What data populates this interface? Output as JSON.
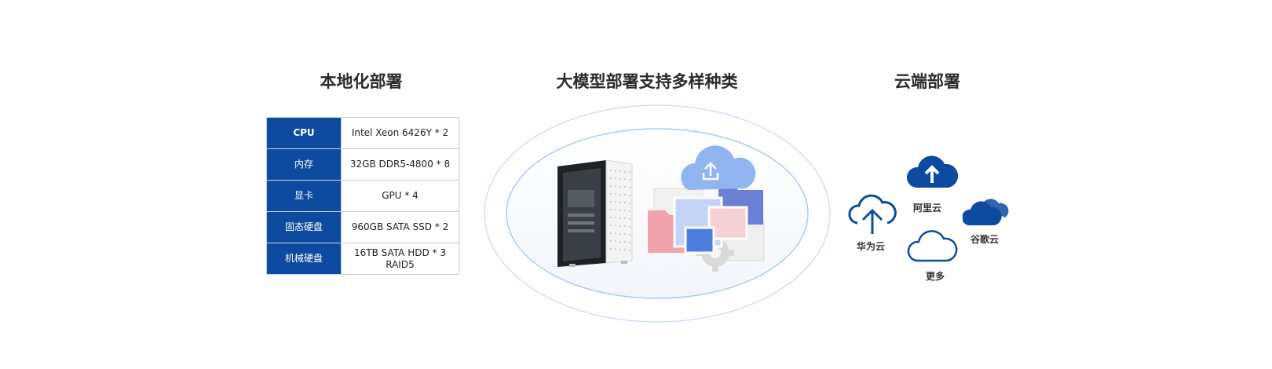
{
  "sections": {
    "local": {
      "title": "本地化部署"
    },
    "models": {
      "title": "大模型部署支持多样种类"
    },
    "cloud": {
      "title": "云端部署"
    }
  },
  "specs": [
    {
      "key": "CPU",
      "value": "Intel  Xeon 6426Y * 2"
    },
    {
      "key": "内存",
      "value": "32GB  DDR5-4800 * 8"
    },
    {
      "key": "显卡",
      "value": "GPU * 4"
    },
    {
      "key": "固态硬盘",
      "value": "960GB SATA SSD * 2"
    },
    {
      "key": "机械硬盘",
      "value_line1": "16TB SATA HDD * 3",
      "value_line2": "RAID5"
    }
  ],
  "clouds": {
    "huawei": "华为云",
    "aliyun": "阿里云",
    "google": "谷歌云",
    "more": "更多"
  },
  "colors": {
    "table_header_bg": "#0d4aa0",
    "cloud_blue": "#0d4aa0",
    "ellipse_stroke": "#9cc3ee"
  },
  "icons": [
    "server-tower-icon",
    "cloud-upload-icon",
    "folder-icon",
    "image-icon",
    "gear-icon"
  ]
}
